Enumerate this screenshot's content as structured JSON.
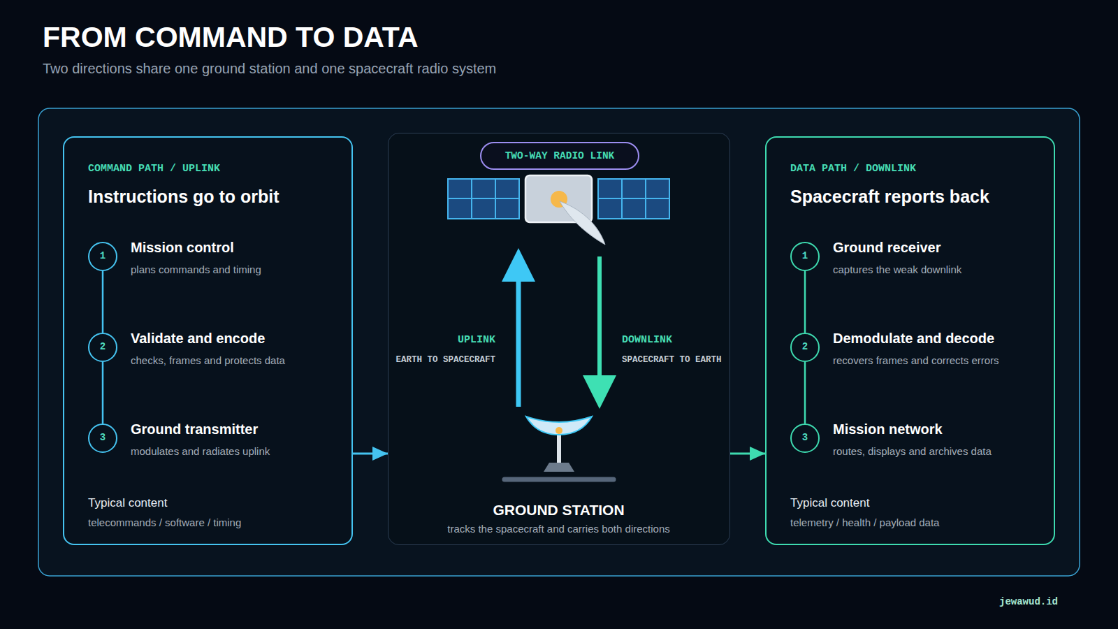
{
  "diagram": {
    "title": "FROM COMMAND TO DATA",
    "caption": "Two directions share one ground station and one spacecraft radio system",
    "nodes": [
      {
        "text": [
          "COMMAND PATH / UPLINK",
          "Instructions go to orbit",
          "Typical content",
          "telecommands / software / timing"
        ]
      },
      {
        "text": [
          "1",
          "Mission control",
          "plans commands and timing"
        ],
        "in": 0
      },
      {
        "text": [
          "2",
          "Validate and encode",
          "checks, frames and protects data"
        ],
        "in": 0
      },
      {
        "text": [
          "3",
          "Ground transmitter",
          "modulates and radiates uplink"
        ],
        "in": 0
      },
      {
        "text": [
          "GROUND STATION",
          "tracks the spacecraft and carries both directions"
        ]
      },
      {
        "text": [
          "TWO-WAY RADIO LINK"
        ],
        "in": 4
      },
      {
        "text": [
          "DATA PATH / DOWNLINK",
          "Spacecraft reports back",
          "Typical content",
          "telemetry / health / payload data"
        ]
      },
      {
        "text": [
          "1",
          "Ground receiver",
          "captures the weak downlink"
        ],
        "in": 6
      },
      {
        "text": [
          "2",
          "Demodulate and decode",
          "recovers frames and corrects errors"
        ],
        "in": 6
      },
      {
        "text": [
          "3",
          "Mission network",
          "routes, displays and archives data"
        ],
        "in": 6
      }
    ],
    "edges": [
      {
        "from": 1,
        "to": 2,
        "arrow": "none"
      },
      {
        "from": 2,
        "to": 3,
        "arrow": "none"
      },
      {
        "from": 0,
        "to": 4,
        "arrow": "to"
      },
      {
        "from": 4,
        "to": 6,
        "arrow": "to"
      },
      {
        "from": 7,
        "to": 8,
        "arrow": "none"
      },
      {
        "from": 8,
        "to": 9,
        "arrow": "none"
      }
    ],
    "labels": [
      "UPLINK",
      "EARTH TO SPACECRAFT",
      "DOWNLINK",
      "SPACECRAFT TO EARTH",
      "jewawud.id"
    ]
  }
}
